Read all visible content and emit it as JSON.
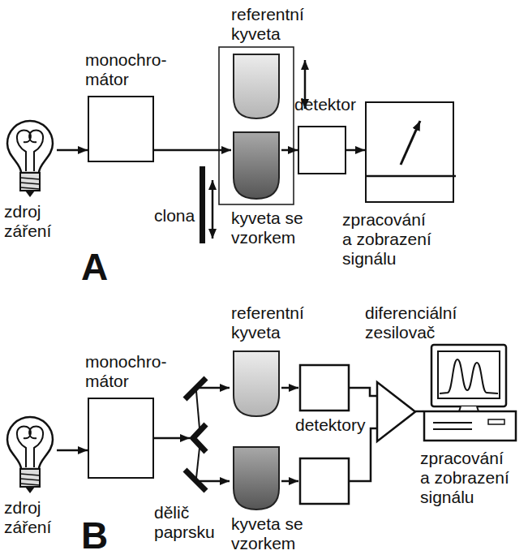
{
  "diagram": {
    "nodes": [
      {
        "text": [
          "zdroj záření"
        ]
      },
      {
        "text": [
          "monochro- mátor"
        ]
      },
      {
        "text": [
          "referentní kyveta"
        ]
      },
      {
        "text": [
          "kyveta se vzorkem"
        ]
      },
      {
        "text": [
          "detektor"
        ]
      },
      {
        "text": [
          "zpracování a zobrazení signálu"
        ]
      },
      {
        "text": [
          "zdroj záření"
        ]
      },
      {
        "text": [
          "monochro- mátor"
        ]
      },
      {
        "text": [
          "referentní kyveta"
        ]
      },
      {
        "text": [
          "kyveta se vzorkem"
        ]
      },
      {
        "text": [
          "diferenciální zesilovač"
        ]
      },
      {
        "text": [
          "zpracování a zobrazení signálu"
        ]
      }
    ],
    "edges": [
      {
        "from": 0,
        "to": 1,
        "arrow": "to"
      },
      {
        "from": 1,
        "to": 3,
        "arrow": "to"
      },
      {
        "from": 3,
        "to": 4,
        "arrow": "to"
      },
      {
        "from": 4,
        "to": 5,
        "arrow": "to"
      },
      {
        "from": 6,
        "to": 7,
        "arrow": "to"
      },
      {
        "from": 10,
        "to": 11,
        "arrow": "none"
      }
    ],
    "labels": [
      "clona",
      "A",
      "detektory",
      "dělič paprsku",
      "B"
    ]
  }
}
